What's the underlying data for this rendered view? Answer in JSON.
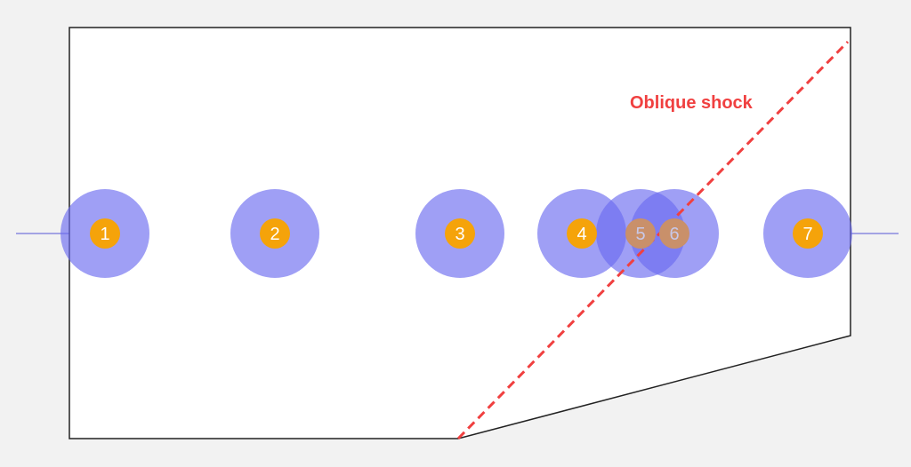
{
  "annotation": {
    "shock_label": "Oblique shock",
    "shock_color": "#f04040"
  },
  "colors": {
    "background": "#f2f2f2",
    "domain_fill": "#ffffff",
    "domain_stroke": "#222222",
    "streamline": "#8a8ae0",
    "circle_fill": "#6b6bf0",
    "marker_fill": "#f5a30a",
    "marker_text": "#ffffff",
    "faded_marker_fill": "#c9906a",
    "faded_marker_text": "#c8c8e8"
  },
  "points": [
    {
      "label": "1",
      "faded": false
    },
    {
      "label": "2",
      "faded": false
    },
    {
      "label": "3",
      "faded": false
    },
    {
      "label": "4",
      "faded": false
    },
    {
      "label": "5",
      "faded": true
    },
    {
      "label": "6",
      "faded": true
    },
    {
      "label": "7",
      "faded": false
    }
  ]
}
